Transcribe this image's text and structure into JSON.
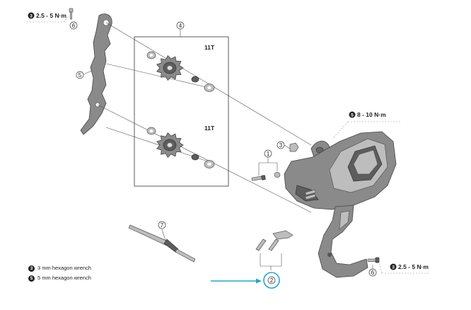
{
  "callouts": {
    "c1": "1",
    "c2": "2",
    "c3": "3",
    "c4": "4",
    "c5": "5",
    "c6_top": "6",
    "c6_bottom": "6",
    "c7": "7"
  },
  "pulley_labels": {
    "upper": "11T",
    "lower": "11T"
  },
  "torque": {
    "top_left": {
      "tool": "3",
      "value": "2.5 - 5 N·m"
    },
    "mount": {
      "tool": "5",
      "value": "8 - 10 N·m"
    },
    "bottom_right": {
      "tool": "3",
      "value": "2.5 - 5 N·m"
    }
  },
  "legend": [
    {
      "tool": "3",
      "text": "3 mm hexagon wrench"
    },
    {
      "tool": "5",
      "text": "5 mm hexagon wrench"
    }
  ],
  "colors": {
    "highlight": "#1ea7d6",
    "badge": "#222222",
    "part_metal": "#8a8a8a"
  }
}
